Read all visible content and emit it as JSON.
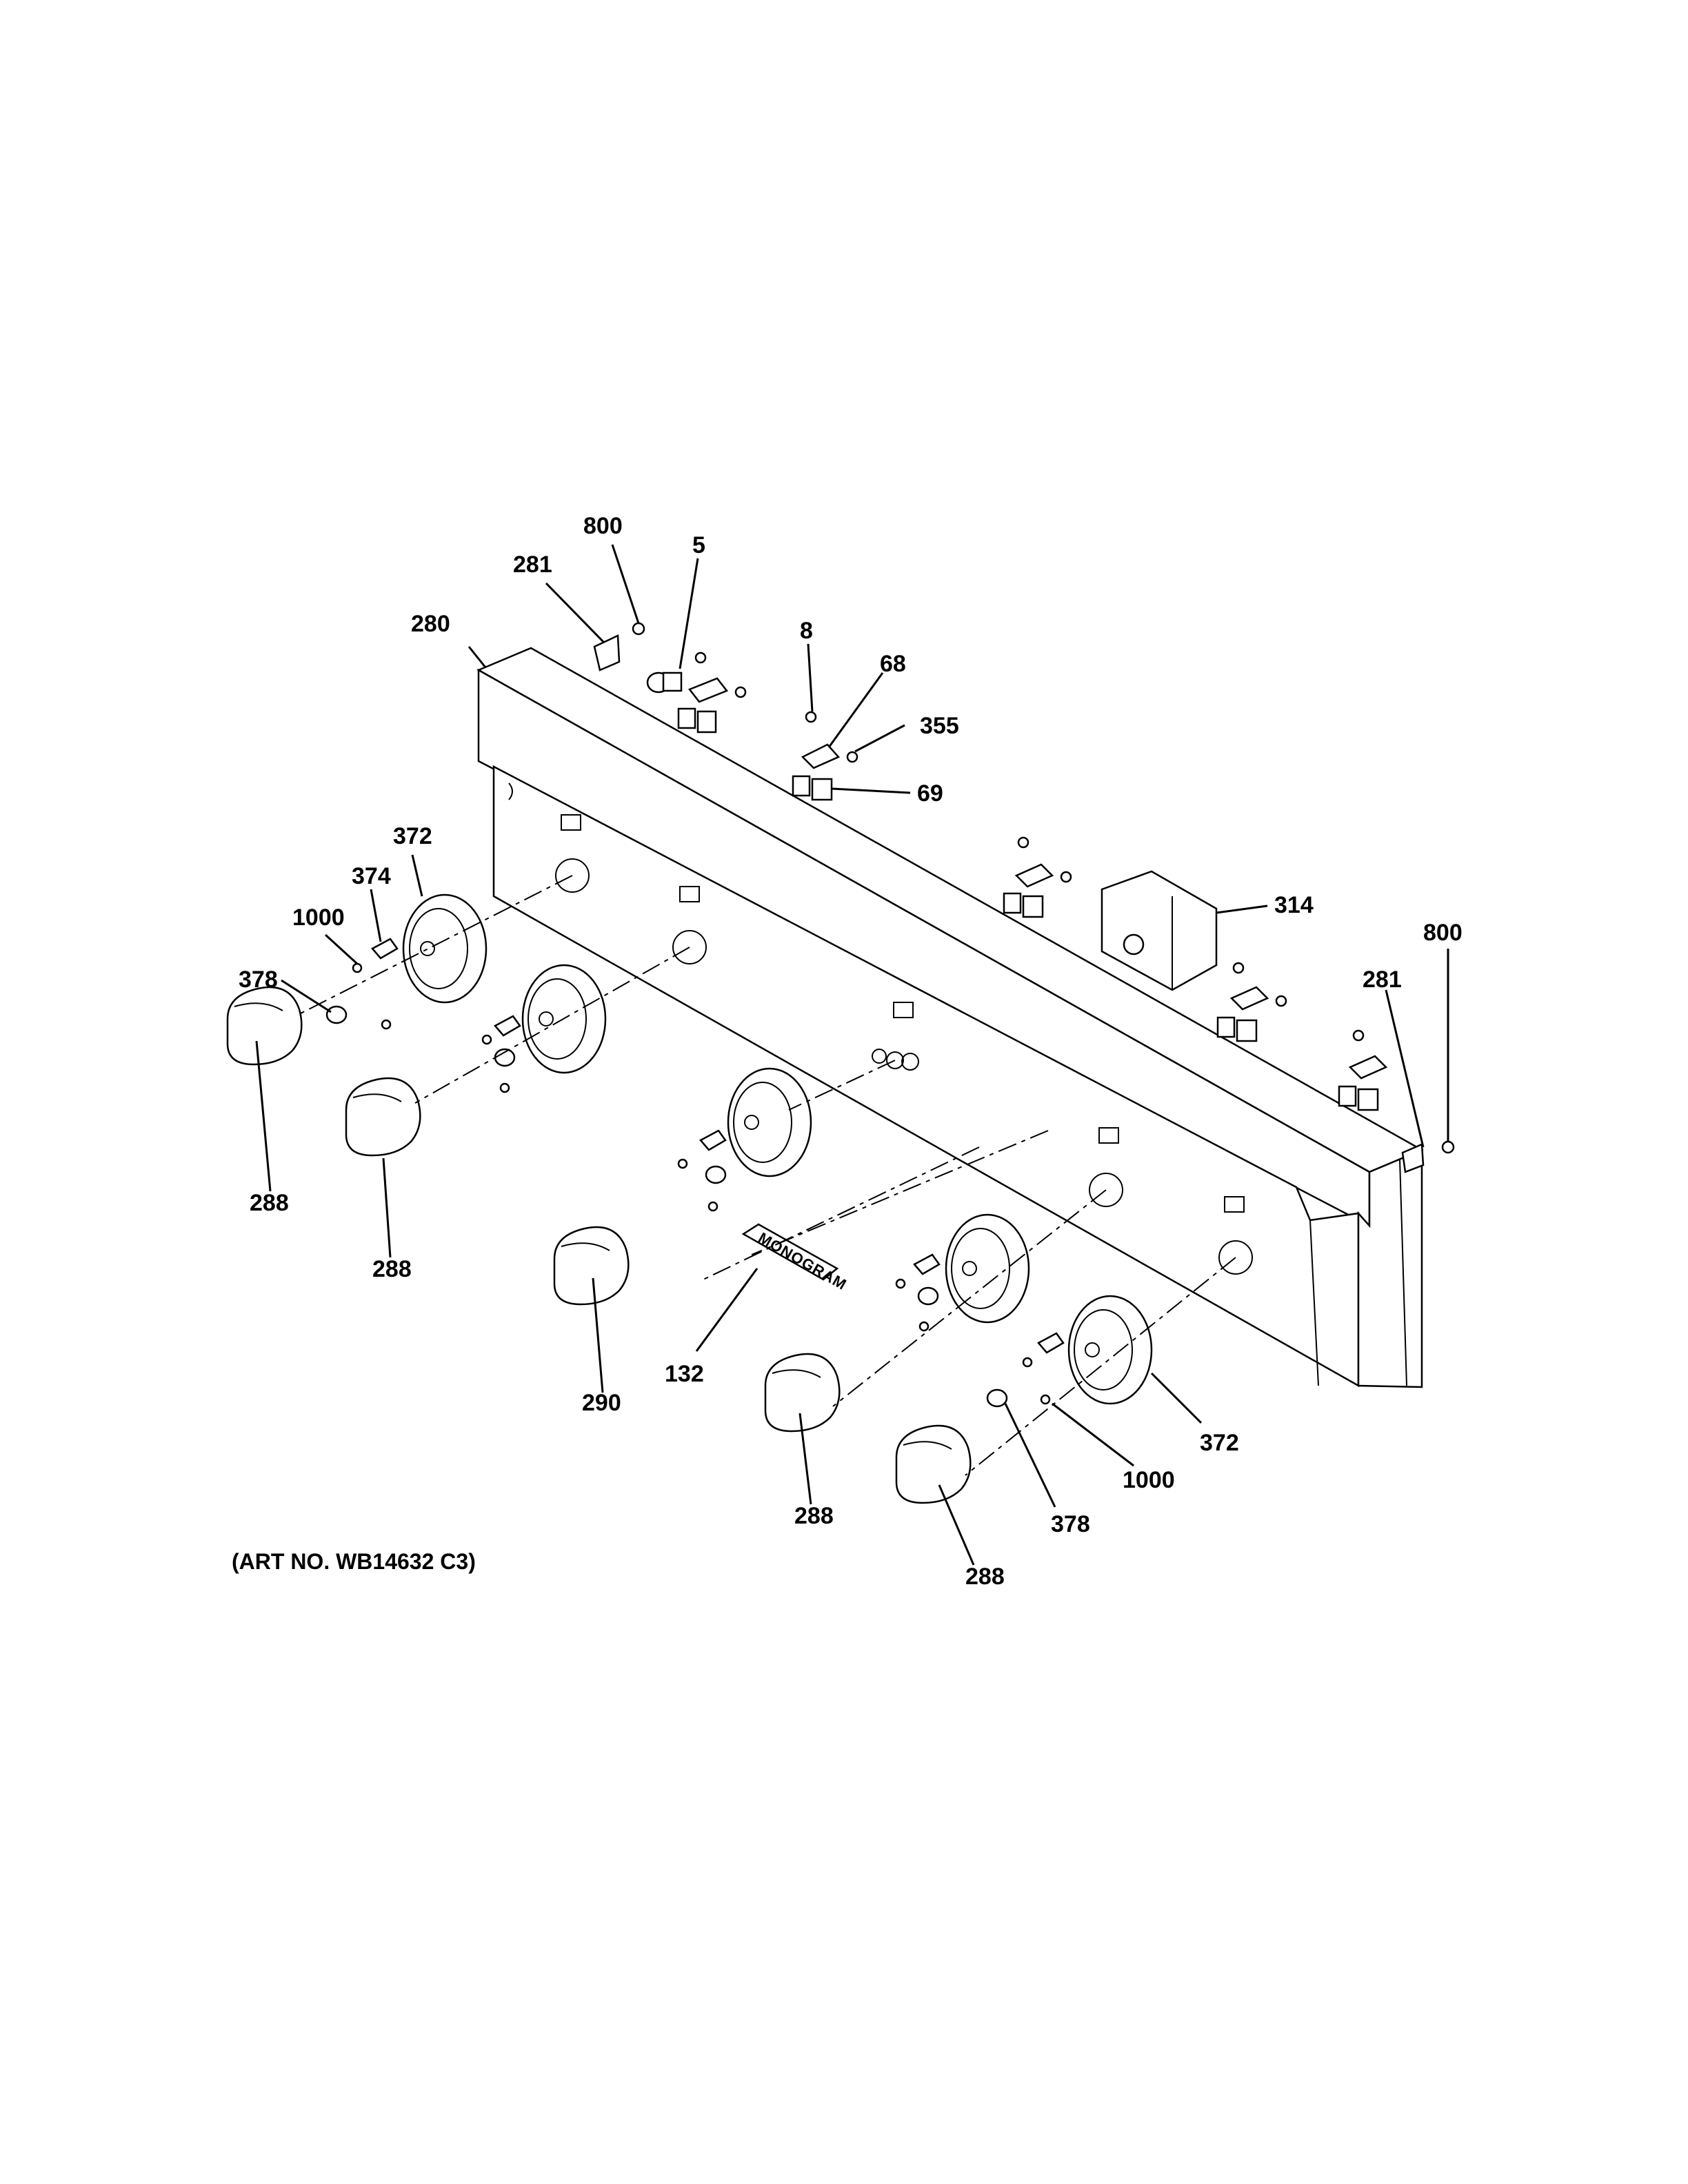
{
  "diagram": {
    "art_number": "(ART NO. WB14632 C3)",
    "badge_text": "MONOGRAM",
    "callouts": {
      "c800_top": "800",
      "c5": "5",
      "c281_top": "281",
      "c280": "280",
      "c8": "8",
      "c68": "68",
      "c355": "355",
      "c69": "69",
      "c372_left": "372",
      "c374": "374",
      "c1000_left": "1000",
      "c378_left": "378",
      "c314": "314",
      "c800_right": "800",
      "c281_right": "281",
      "c288_a": "288",
      "c288_b": "288",
      "c290": "290",
      "c132": "132",
      "c288_c": "288",
      "c288_d": "288",
      "c372_right": "372",
      "c1000_right": "1000",
      "c378_right": "378"
    }
  }
}
